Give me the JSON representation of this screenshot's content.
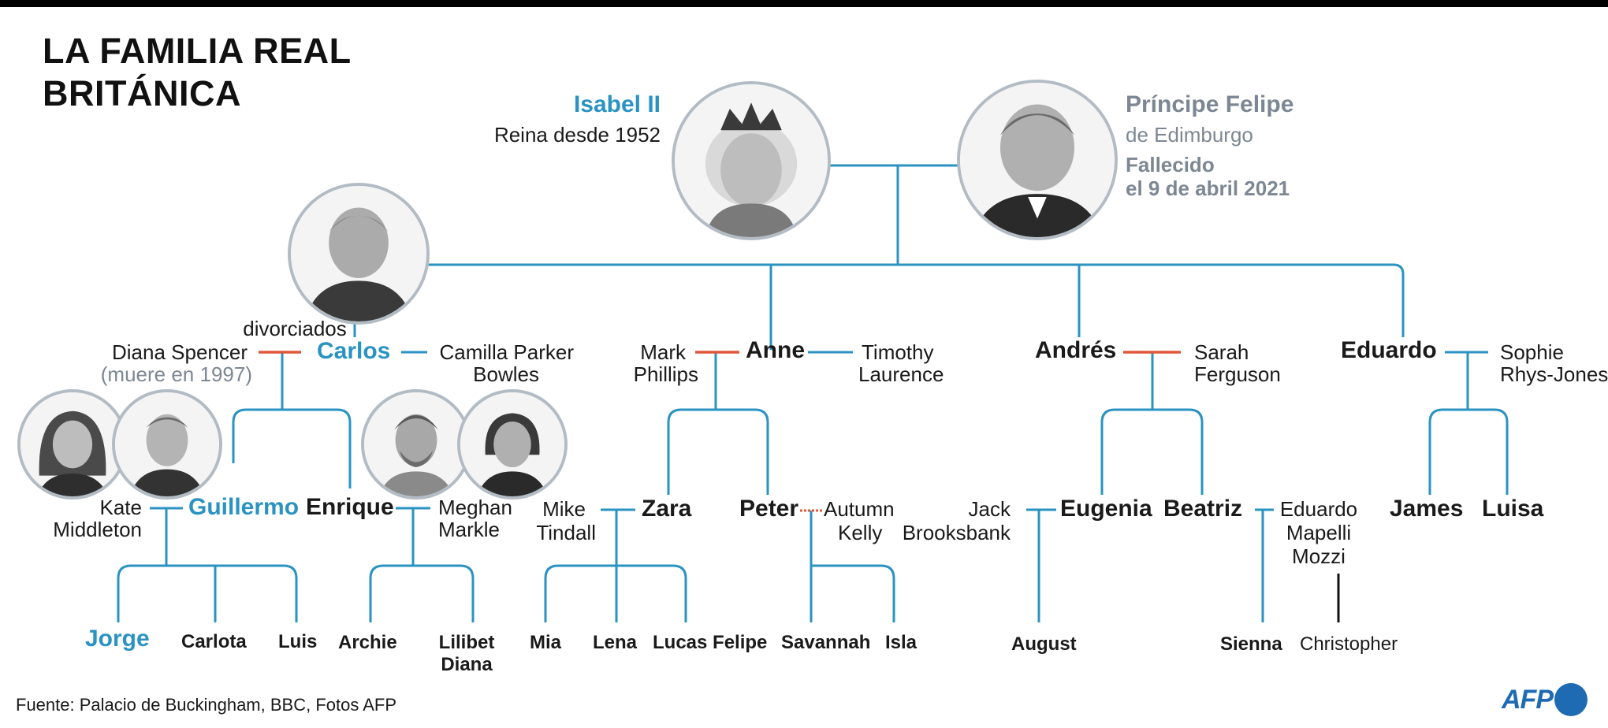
{
  "title": {
    "line1": "LA FAMILIA REAL",
    "line2": "BRITÁNICA"
  },
  "colors": {
    "line": "#2a93c2",
    "marriage_ended": "#e0573a",
    "accent": "#2a93c2",
    "muted": "#7d8794"
  },
  "queen": {
    "name": "Isabel II",
    "subtitle": "Reina desde 1952",
    "icon": "queen-portrait-photo"
  },
  "philip": {
    "name": "Príncipe Felipe",
    "subtitle": "de Edimburgo",
    "note_line1": "Fallecido",
    "note_line2": "el 9 de abril 2021",
    "icon": "prince-philip-portrait-photo"
  },
  "charles": {
    "name": "Carlos",
    "divorce_label": "divorciados",
    "ex_spouse_line1": "Diana Spencer",
    "ex_spouse_line2": "(muere en 1997)",
    "spouse_line1": "Camilla Parker",
    "spouse_line2": "Bowles",
    "icon": "charles-portrait-photo"
  },
  "william": {
    "name": "Guillermo",
    "spouse_line1": "Kate",
    "spouse_line2": "Middleton",
    "children": [
      "Jorge",
      "Carlota",
      "Luis"
    ]
  },
  "harry": {
    "name": "Enrique",
    "spouse_line1": "Meghan",
    "spouse_line2": "Markle",
    "children": [
      "Archie",
      "Lilibet",
      "Diana"
    ]
  },
  "anne": {
    "name": "Anne",
    "ex_spouse_line1": "Mark",
    "ex_spouse_line2": "Phillips",
    "spouse_line1": "Timothy",
    "spouse_line2": "Laurence"
  },
  "zara": {
    "name": "Zara",
    "spouse_line1": "Mike",
    "spouse_line2": "Tindall",
    "children": [
      "Mia",
      "Lena",
      "Lucas Felipe"
    ]
  },
  "peter": {
    "name": "Peter",
    "ex_spouse_line1": "Autumn",
    "ex_spouse_line2": "Kelly",
    "children": [
      "Savannah",
      "Isla"
    ]
  },
  "andrew": {
    "name": "Andrés",
    "ex_spouse_line1": "Sarah",
    "ex_spouse_line2": "Ferguson"
  },
  "eugenie": {
    "name": "Eugenia",
    "spouse_line1": "Jack",
    "spouse_line2": "Brooksbank",
    "children": [
      "August"
    ]
  },
  "beatrice": {
    "name": "Beatriz",
    "spouse_line1": "Eduardo",
    "spouse_line2": "Mapelli",
    "spouse_line3": "Mozzi",
    "children": [
      "Sienna"
    ],
    "stepchild": "Christopher"
  },
  "edward": {
    "name": "Eduardo",
    "spouse_line1": "Sophie",
    "spouse_line2": "Rhys-Jones",
    "children": [
      "James",
      "Luisa"
    ]
  },
  "footer": {
    "source": "Fuente: Palacio de Buckingham, BBC, Fotos AFP",
    "logo_text": "AFP"
  }
}
